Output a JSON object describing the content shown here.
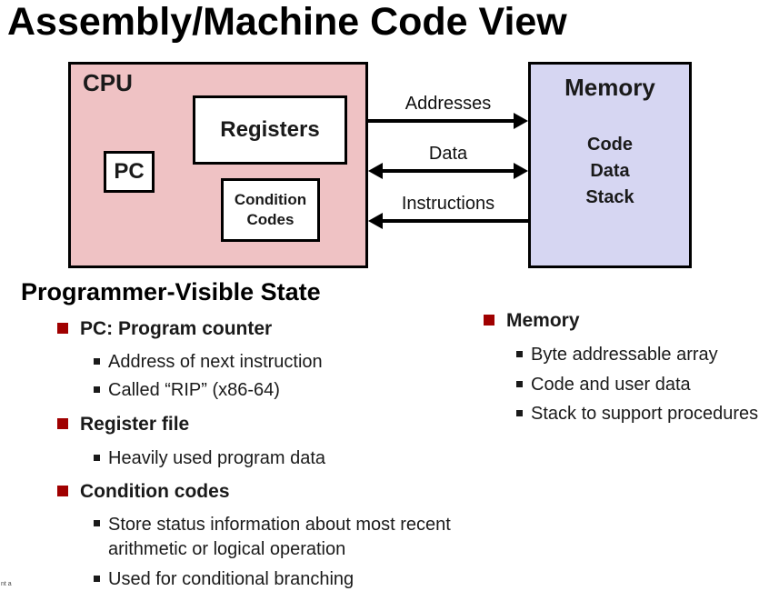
{
  "slide": {
    "title": "Assembly/Machine Code View",
    "footer_fragment": "nt a"
  },
  "diagram": {
    "cpu": {
      "label": "CPU",
      "registers_label": "Registers",
      "pc_label": "PC",
      "condition_codes_line1": "Condition",
      "condition_codes_line2": "Codes"
    },
    "memory": {
      "label": "Memory",
      "items": [
        "Code",
        "Data",
        "Stack"
      ]
    },
    "buses": [
      {
        "label": "Addresses",
        "direction": "cpu-to-memory"
      },
      {
        "label": "Data",
        "direction": "bidirectional"
      },
      {
        "label": "Instructions",
        "direction": "memory-to-cpu"
      }
    ]
  },
  "content": {
    "heading": "Programmer-Visible State",
    "left_bullets": [
      {
        "level": 1,
        "text": "PC: Program counter"
      },
      {
        "level": 2,
        "text": "Address of next instruction"
      },
      {
        "level": 2,
        "text": "Called “RIP” (x86-64)"
      },
      {
        "level": 1,
        "text": "Register file"
      },
      {
        "level": 2,
        "text": "Heavily used program data"
      },
      {
        "level": 1,
        "text": "Condition codes"
      },
      {
        "level": 2,
        "text": "Store status information about most recent arithmetic or logical operation"
      },
      {
        "level": 2,
        "text": "Used for conditional branching"
      }
    ],
    "right_bullets": [
      {
        "level": 1,
        "text": "Memory"
      },
      {
        "level": 2,
        "text": "Byte addressable array"
      },
      {
        "level": 2,
        "text": "Code and user data"
      },
      {
        "level": 2,
        "text": "Stack to support procedures"
      }
    ]
  },
  "colors": {
    "cpu_fill": "#efc2c4",
    "memory_fill": "#d6d6f2",
    "box_border": "#000000",
    "bullet_red": "#a00000",
    "text": "#1a1a1a"
  }
}
